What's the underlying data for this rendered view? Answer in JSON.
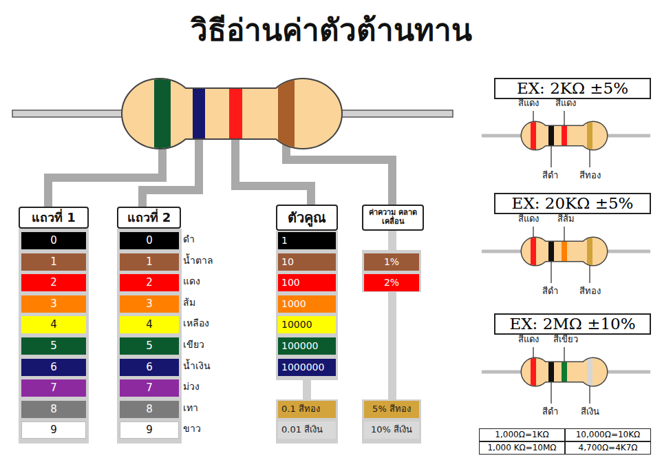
{
  "diagram": {
    "title": "วิธีอ่านค่าตัวต้านทาน",
    "nodes": [
      {
        "text": [
          "แถวที่ 1"
        ]
      },
      {
        "text": [
          "0"
        ]
      },
      {
        "text": [
          "1"
        ]
      },
      {
        "text": [
          "2"
        ]
      },
      {
        "text": [
          "3"
        ]
      },
      {
        "text": [
          "4"
        ]
      },
      {
        "text": [
          "5"
        ]
      },
      {
        "text": [
          "6"
        ]
      },
      {
        "text": [
          "7"
        ]
      },
      {
        "text": [
          "8"
        ]
      },
      {
        "text": [
          "9"
        ]
      },
      {
        "text": [
          "แถวที่ 2"
        ]
      },
      {
        "text": [
          "0"
        ]
      },
      {
        "text": [
          "1"
        ]
      },
      {
        "text": [
          "2"
        ]
      },
      {
        "text": [
          "3"
        ]
      },
      {
        "text": [
          "4"
        ]
      },
      {
        "text": [
          "5"
        ]
      },
      {
        "text": [
          "6"
        ]
      },
      {
        "text": [
          "7"
        ]
      },
      {
        "text": [
          "8"
        ]
      },
      {
        "text": [
          "9"
        ]
      },
      {
        "text": [
          "ตัวคูณ"
        ]
      },
      {
        "text": [
          "1"
        ]
      },
      {
        "text": [
          "10"
        ]
      },
      {
        "text": [
          "100"
        ]
      },
      {
        "text": [
          "1000"
        ]
      },
      {
        "text": [
          "10000"
        ]
      },
      {
        "text": [
          "100000"
        ]
      },
      {
        "text": [
          "1000000"
        ]
      },
      {
        "text": [
          "0.1 สีทอง"
        ]
      },
      {
        "text": [
          "0.01 สีเงิน"
        ]
      },
      {
        "text": [
          "ค่าความ คลาดเคลื่อน"
        ]
      },
      {
        "text": [
          "1%"
        ]
      },
      {
        "text": [
          "2%"
        ]
      },
      {
        "text": [
          "5% สีทอง"
        ]
      },
      {
        "text": [
          "10% สีเงิน"
        ]
      },
      {
        "text": [
          "EX: 2KΩ ±5%"
        ]
      },
      {
        "text": [
          "EX: 20KΩ ±5%"
        ]
      },
      {
        "text": [
          "EX: 2MΩ ±10%"
        ]
      },
      {
        "text": [
          "1,000Ω=1KΩ"
        ]
      },
      {
        "text": [
          "10,000Ω=10KΩ"
        ]
      },
      {
        "text": [
          "1,000 KΩ=10MΩ"
        ]
      },
      {
        "text": [
          "4,700Ω=4K7Ω"
        ]
      }
    ],
    "labels": [
      "ดำ",
      "น้ำตาล",
      "แดง",
      "ส้ม",
      "เหลือง",
      "เขียว",
      "น้ำเงิน",
      "ม่วง",
      "เทา",
      "ขาว",
      "สีแดง",
      "สีแดง",
      "สีดำ",
      "สีทอง",
      "สีแดง",
      "สีส้ม",
      "สีดำ",
      "สีทอง",
      "สีแดง",
      "สีเขียว",
      "สีดำ",
      "สีเงิน"
    ]
  }
}
